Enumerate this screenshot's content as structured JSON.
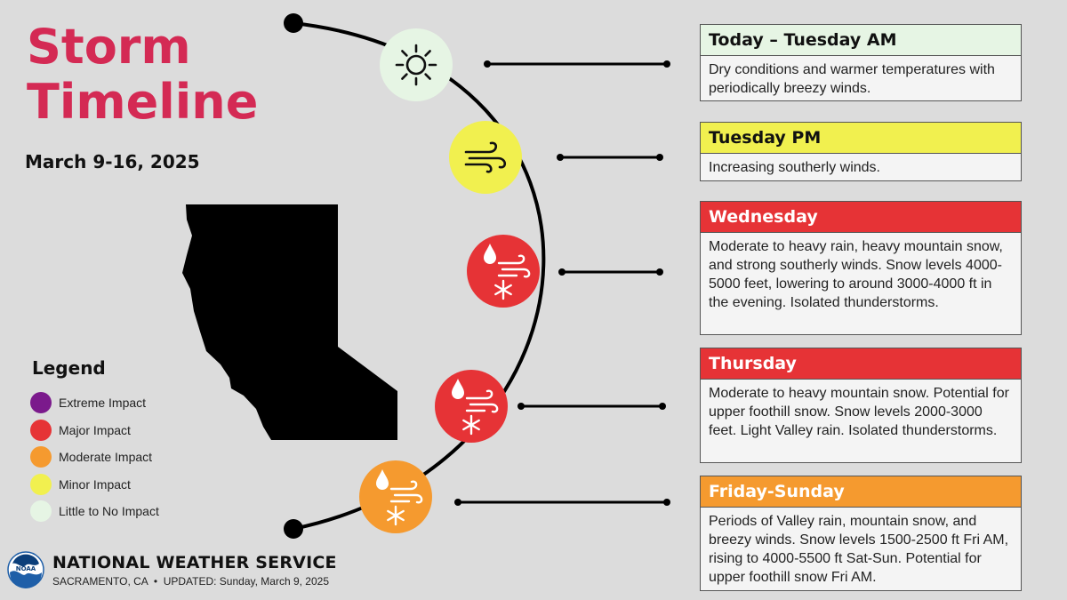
{
  "header": {
    "title_line1": "Storm",
    "title_line2": "Timeline",
    "dates": "March 9-16, 2025"
  },
  "legend": {
    "title": "Legend",
    "items": [
      {
        "label": "Extreme Impact",
        "color": "#7b1a8c"
      },
      {
        "label": "Major Impact",
        "color": "#e63336"
      },
      {
        "label": "Moderate Impact",
        "color": "#f59a2f"
      },
      {
        "label": "Minor Impact",
        "color": "#f1f04f"
      },
      {
        "label": "Little to No Impact",
        "color": "#e6f5e4"
      }
    ]
  },
  "periods": [
    {
      "title": "Today – Tuesday AM",
      "description": "Dry conditions and warmer temperatures with periodically breezy winds.",
      "impact": "Little to No Impact",
      "color": "#e6f5e4",
      "icons": [
        "sun-icon"
      ]
    },
    {
      "title": "Tuesday PM",
      "description": "Increasing southerly winds.",
      "impact": "Minor Impact",
      "color": "#f1f04f",
      "icons": [
        "wind-icon"
      ]
    },
    {
      "title": "Wednesday",
      "description": "Moderate to heavy rain, heavy mountain snow, and strong southerly winds. Snow levels 4000-5000 feet, lowering to around 3000-4000 ft in the evening. Isolated thunderstorms.",
      "impact": "Major Impact",
      "color": "#e63336",
      "icons": [
        "raindrop-icon",
        "wind-icon",
        "snowflake-icon"
      ]
    },
    {
      "title": "Thursday",
      "description": "Moderate to heavy mountain snow. Potential for upper foothill snow. Snow levels 2000-3000 feet. Light Valley rain. Isolated thunderstorms.",
      "impact": "Major Impact",
      "color": "#e63336",
      "icons": [
        "raindrop-icon",
        "wind-icon",
        "snowflake-icon"
      ]
    },
    {
      "title": "Friday-Sunday",
      "description": "Periods of Valley rain, mountain snow, and breezy winds. Snow levels 1500-2500 ft Fri AM, rising to 4000-5500 ft Sat-Sun. Potential for upper foothill snow Fri AM.",
      "impact": "Moderate Impact",
      "color": "#f59a2f",
      "icons": [
        "raindrop-icon",
        "wind-icon",
        "snowflake-icon"
      ]
    }
  ],
  "footer": {
    "agency": "NATIONAL WEATHER SERVICE",
    "location": "SACRAMENTO, CA",
    "updated": "UPDATED: Sunday, March 9, 2025",
    "logo_text": "NOAA"
  },
  "colors": {
    "title": "#d42a54",
    "background": "#dcdcdc",
    "map_fill": "#000000"
  }
}
